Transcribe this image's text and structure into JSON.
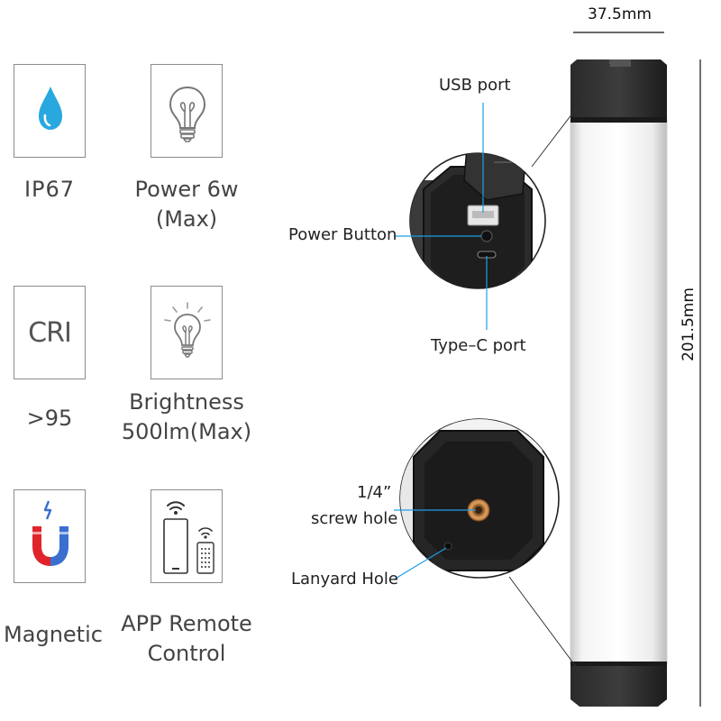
{
  "features": {
    "waterproof": {
      "label": "IP67",
      "icon": "water-drop-icon"
    },
    "power": {
      "label_line1": "Power 6w",
      "label_line2": "(Max)",
      "icon": "light-bulb-icon"
    },
    "cri": {
      "icon_text": "CRI",
      "label": ">95"
    },
    "brightness": {
      "label_line1": "Brightness",
      "label_line2": "500lm(Max)",
      "icon": "glowing-bulb-icon"
    },
    "magnetic": {
      "label": "Magnetic",
      "icon": "magnet-icon"
    },
    "remote": {
      "label_line1": "APP Remote",
      "label_line2": "Control",
      "icon": "phone-remote-icon"
    }
  },
  "callouts": {
    "usb_port": "USB port",
    "power_button": "Power Button",
    "type_c_port": "Type–C port",
    "screw_hole_line1": "1/4”",
    "screw_hole_line2": "screw hole",
    "lanyard_hole": "Lanyard Hole"
  },
  "dimensions": {
    "width": "37.5mm",
    "height": "201.5mm"
  },
  "colors": {
    "water_blue": "#29a8e0",
    "magnet_red": "#e0242c",
    "magnet_blue": "#3a6fd0",
    "accent_line": "#1aa0e8",
    "brass": "#c8874a"
  }
}
